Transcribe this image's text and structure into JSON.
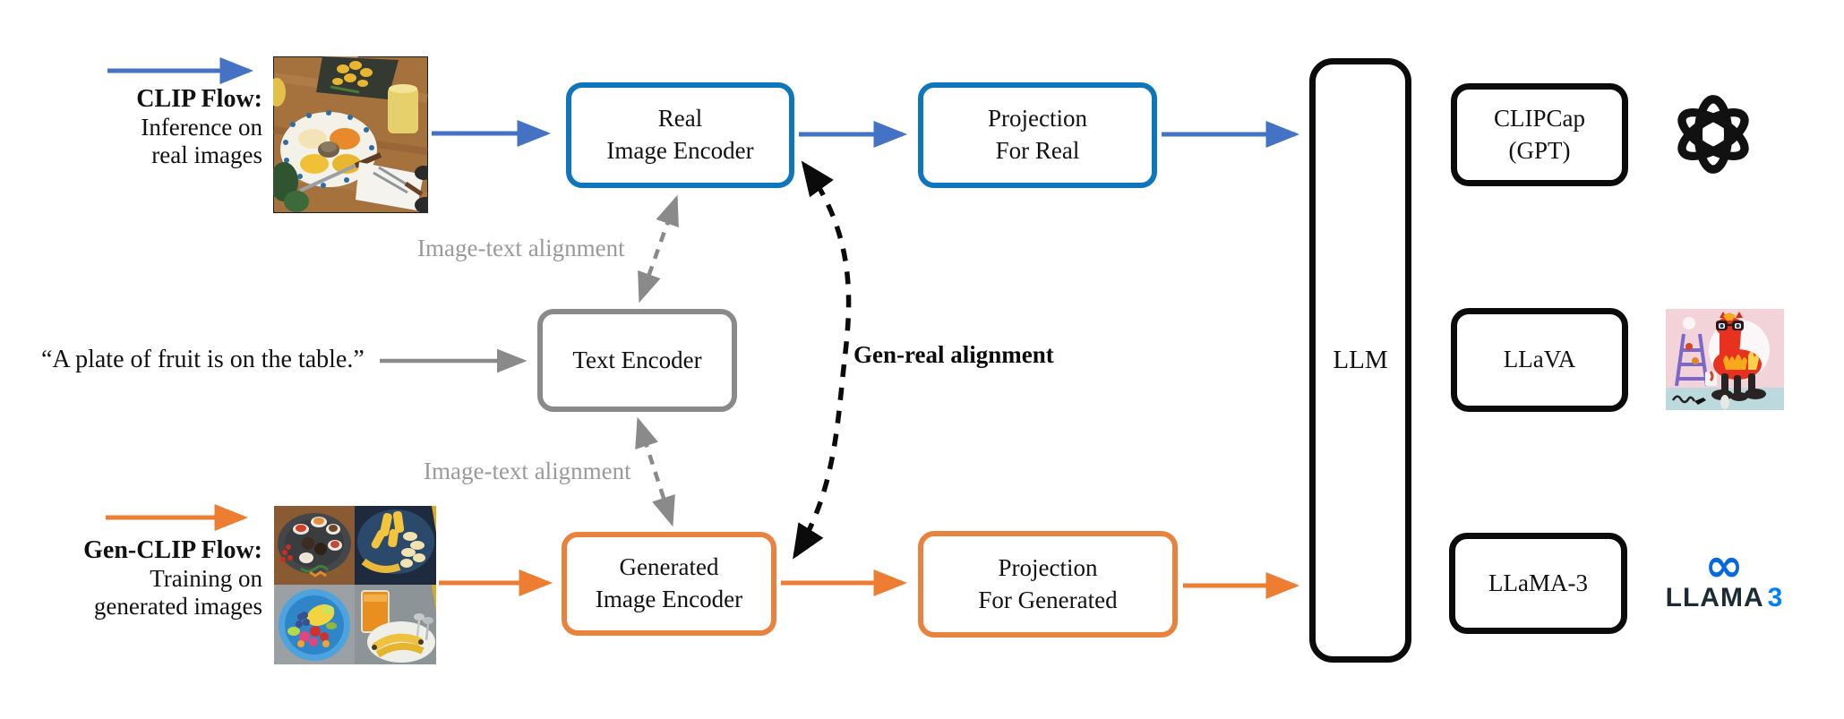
{
  "flows": {
    "clip": {
      "title": "CLIP Flow:",
      "subtitle_line1": "Inference on",
      "subtitle_line2": "real images"
    },
    "gen_clip": {
      "title": "Gen-CLIP Flow:",
      "subtitle_line1": "Training on",
      "subtitle_line2": "generated images"
    }
  },
  "caption": {
    "text": "“A plate of fruit is on the table.”"
  },
  "boxes": {
    "real_image_encoder": {
      "line1": "Real",
      "line2": "Image Encoder"
    },
    "projection_for_real": {
      "line1": "Projection",
      "line2": "For Real"
    },
    "text_encoder": {
      "label": "Text Encoder"
    },
    "generated_image_encoder": {
      "line1": "Generated",
      "line2": "Image Encoder"
    },
    "projection_for_generated": {
      "line1": "Projection",
      "line2": "For Generated"
    },
    "llm": {
      "label": "LLM"
    },
    "clipcap": {
      "line1": "CLIPCap",
      "line2": "(GPT)"
    },
    "llava": {
      "label": "LLaVA"
    },
    "llama3": {
      "label": "LLaMA-3"
    }
  },
  "annotations": {
    "image_text_alignment_top": "Image-text alignment",
    "image_text_alignment_bottom": "Image-text alignment",
    "gen_real_alignment": "Gen-real alignment"
  },
  "logos": {
    "openai": {
      "icon": "openai-logo"
    },
    "llava": {
      "icon": "llava-mascot-logo"
    },
    "meta_llama": {
      "icon": "meta-infinity-logo",
      "infinity": "∞",
      "brand": "LLAMA",
      "version": "3"
    }
  },
  "colors": {
    "clip_flow_blue": "#4472C4",
    "encoder_border_blue": "#0E76BC",
    "gen_flow_orange": "#ED7D31",
    "encoder_border_orange": "#E8823C",
    "neutral_gray": "#8A8A8A",
    "alignment_text_gray": "#9A9A9A",
    "black": "#0B0B0B",
    "meta_blue": "#0668E1",
    "llama_navy": "#1C2B33",
    "llama3_blue": "#0081FB"
  }
}
